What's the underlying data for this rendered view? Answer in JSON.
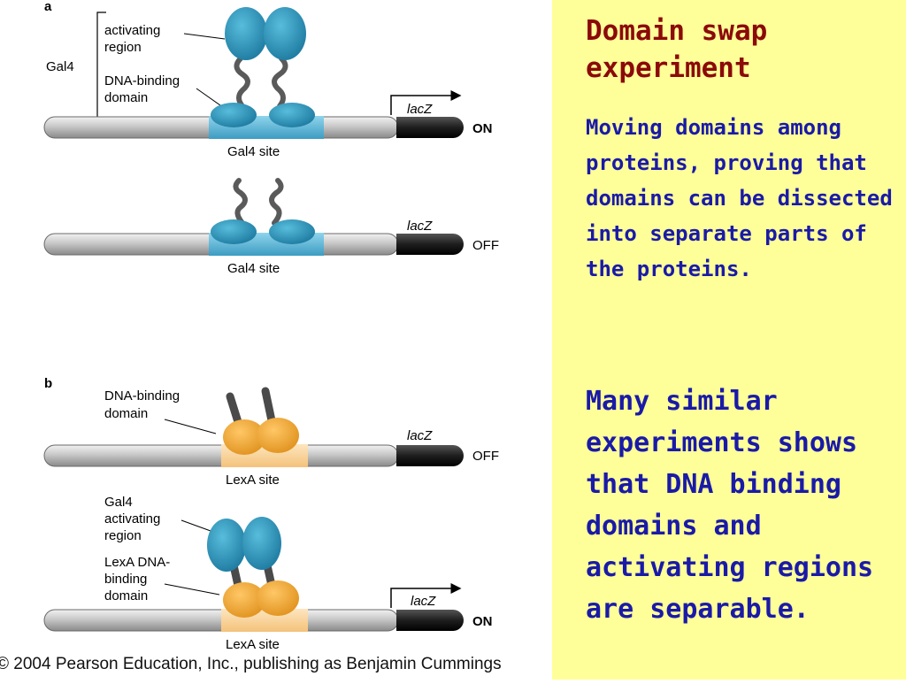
{
  "slide": {
    "title_line1": "Domain swap",
    "title_line2": "experiment",
    "para1": "Moving domains among proteins, proving that domains can be dissected into separate parts of the proteins.",
    "para2": "Many similar experiments shows that DNA binding domains and activating regions are separable."
  },
  "figure": {
    "panel_a_label": "a",
    "panel_b_label": "b",
    "gal4_label": "Gal4",
    "activating_region_line1": "activating",
    "activating_region_line2": "region",
    "dna_binding_line1": "DNA-binding",
    "dna_binding_line2": "domain",
    "gene_label": "lacZ",
    "gal4_site": "Gal4 site",
    "lexa_site": "LexA site",
    "on": "ON",
    "off": "OFF",
    "gal4_act_line1": "Gal4",
    "gal4_act_line2": "activating",
    "gal4_act_line3": "region",
    "lexa_dbd_line1": "LexA DNA-",
    "lexa_dbd_line2": "binding",
    "lexa_dbd_line3": "domain",
    "copyright": "© 2004 Pearson Education, Inc., publishing as Benjamin Cummings"
  },
  "colors": {
    "slide_background": "#ffff99",
    "title": "#8b0a0a",
    "body_text": "#1a1aa8",
    "gal4_protein": "#2e93b8",
    "lexa_protein": "#f0a63a",
    "gal4_site": "#5bb8d8",
    "lexa_site": "#fbd9a3",
    "gene_bar": "#1e1e1e"
  }
}
